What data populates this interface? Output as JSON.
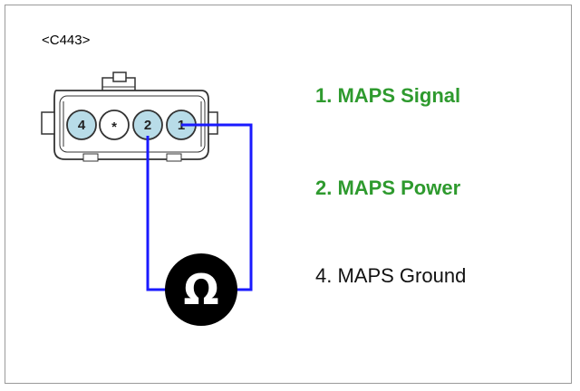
{
  "connector": {
    "label": "<C443>",
    "pins": [
      "4",
      "*",
      "2",
      "1"
    ]
  },
  "meter": {
    "symbol": "Ω",
    "icon": "ohm-meter-icon"
  },
  "legend": {
    "items": [
      {
        "text": "1. MAPS Signal",
        "color": "#2e9a2e",
        "bold": true
      },
      {
        "text": "2. MAPS Power",
        "color": "#2e9a2e",
        "bold": true
      },
      {
        "text": "4. MAPS Ground",
        "color": "#111111",
        "bold": false
      }
    ]
  },
  "colors": {
    "wire": "#1a1aff",
    "pin_fill": "#b8dce8",
    "highlight": "#2e9a2e"
  }
}
